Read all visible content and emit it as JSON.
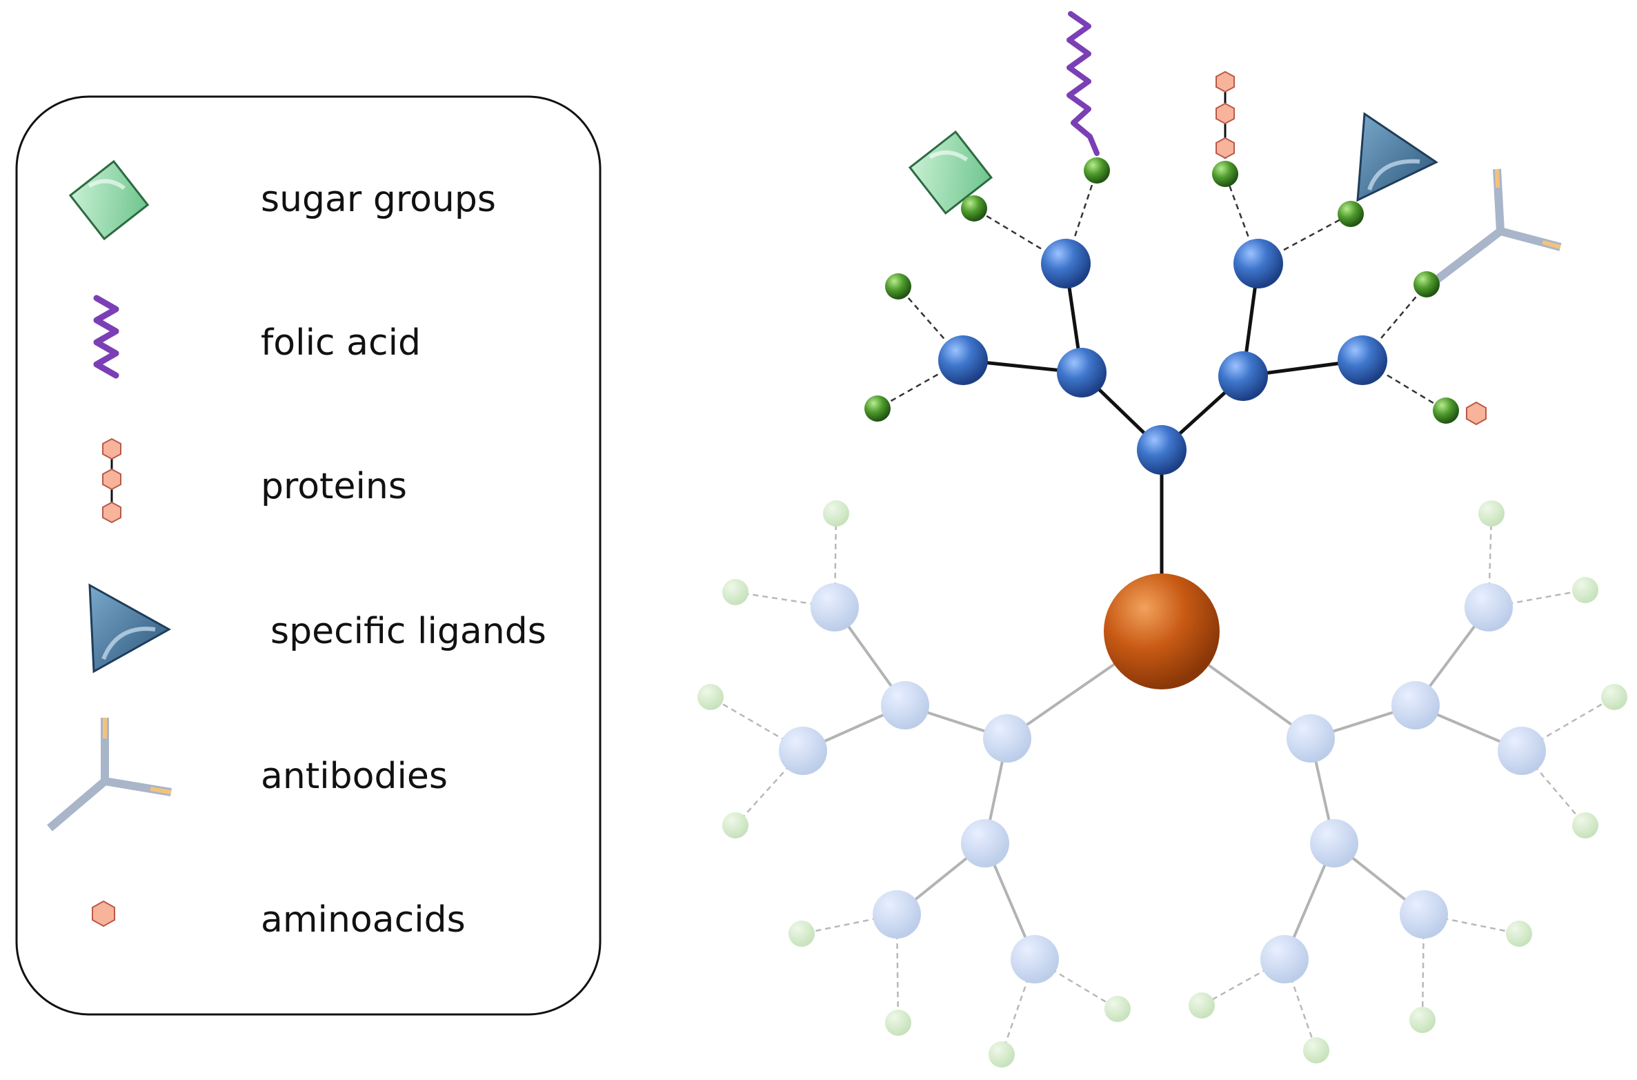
{
  "legend": {
    "items": [
      {
        "label": "sugar groups",
        "icon": "sugar-group-icon"
      },
      {
        "label": "folic acid",
        "icon": "folic-acid-icon"
      },
      {
        "label": "proteins",
        "icon": "protein-icon"
      },
      {
        "label": "specific ligands",
        "icon": "ligand-icon"
      },
      {
        "label": "antibodies",
        "icon": "antibody-icon"
      },
      {
        "label": "aminoacids",
        "icon": "aminoacid-icon"
      }
    ]
  },
  "colors": {
    "core": "#c85a14",
    "branch_node": "#3f76cc",
    "faded_node": "#c9d8f2",
    "terminal_group": "#4e9a2c",
    "faded_terminal": "#d5ebcc",
    "sugar": "#9fdcb2",
    "folic_acid": "#7b3fb5",
    "protein": "#f7b49b",
    "ligand": "#3f6f96",
    "antibody": "#a9b5c9",
    "antibody_accent": "#f3c37c"
  }
}
